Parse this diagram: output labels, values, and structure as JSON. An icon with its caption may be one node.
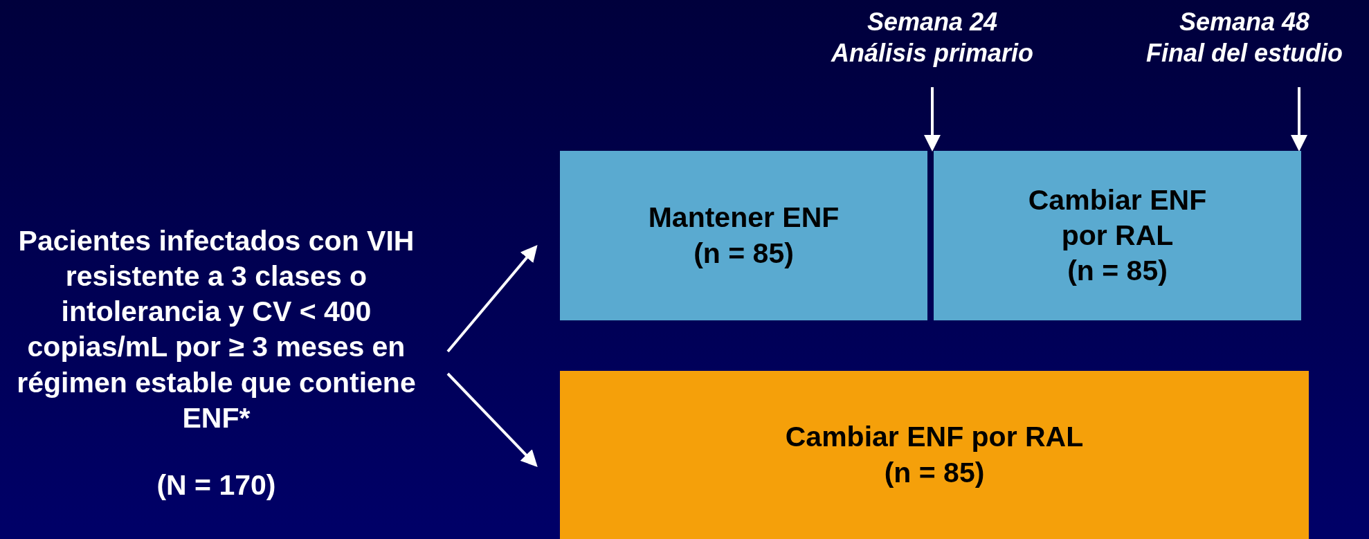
{
  "diagram": {
    "nodes": [
      {
        "text": [
          "Pacientes infectados con VIH resistente a 3 clases o intolerancia y CV < 400 copias/mL por ≥ 3 meses en régimen estable que contiene ENF*",
          "(N = 170)"
        ]
      },
      {
        "text": [
          "Mantener ENF",
          "(n = 85)"
        ]
      },
      {
        "text": [
          "Cambiar ENF por RAL",
          "(n = 85)"
        ]
      },
      {
        "text": [
          "Cambiar ENF por RAL",
          "(n = 85)"
        ]
      },
      {
        "text": [
          "Semana 24",
          "Análisis primario"
        ]
      },
      {
        "text": [
          "Semana 48",
          "Final del estudio"
        ]
      }
    ],
    "edges": [
      {
        "from": 0,
        "to": 1,
        "arrow": "to"
      },
      {
        "from": 0,
        "to": 3,
        "arrow": "to"
      },
      {
        "from": 4,
        "to": 1,
        "arrow": "to"
      },
      {
        "from": 5,
        "to": 2,
        "arrow": "to"
      }
    ]
  }
}
